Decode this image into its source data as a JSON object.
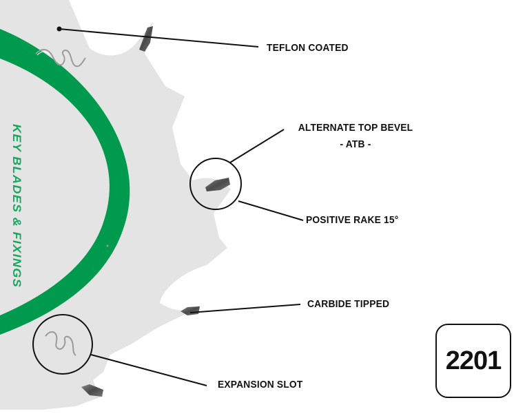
{
  "diagram": {
    "brand_text": "KEY BLADES & FIXINGS",
    "model_number": "2201",
    "callouts": {
      "teflon": "TEFLON COATED",
      "atb_line1": "ALTERNATE TOP BEVEL",
      "atb_line2": "-  ATB  -",
      "rake": "POSITIVE RAKE 15°",
      "carbide": "CARBIDE TIPPED",
      "expansion": "EXPANSION SLOT"
    },
    "colors": {
      "blade": "#e4e4e4",
      "ring": "#009a4e",
      "brand_text": "#1aa561",
      "ink": "#111111",
      "tip": "#555555"
    }
  }
}
